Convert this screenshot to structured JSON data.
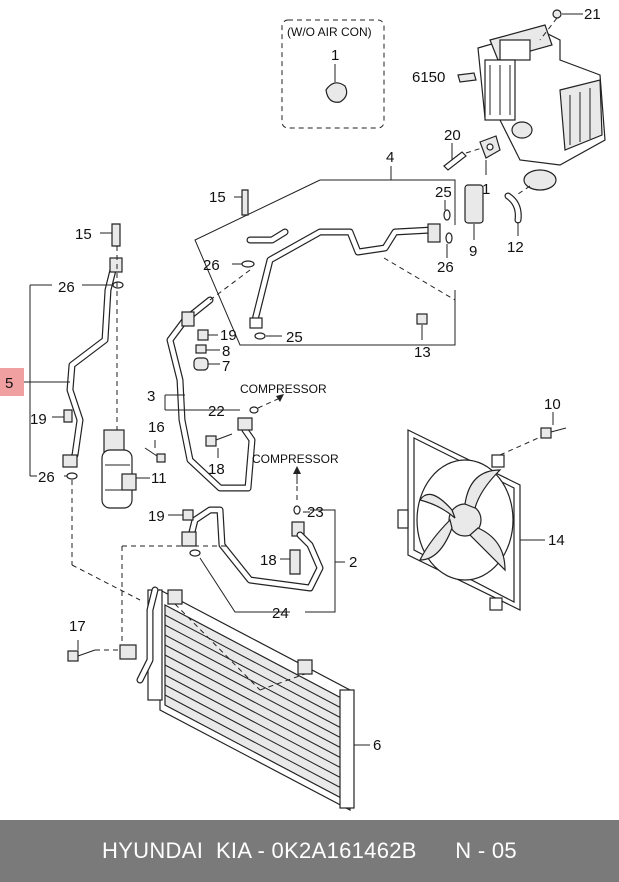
{
  "callouts": {
    "wo_air_con": "(W/O AIR CON)",
    "compressor_1": "COMPRESSOR",
    "compressor_2": "COMPRESSOR"
  },
  "labels": {
    "n21": "21",
    "n6150": "6150",
    "n20": "20",
    "n1b": "1",
    "n1a": "1",
    "n4": "4",
    "n15a": "15",
    "n25a": "25",
    "n9": "9",
    "n12": "12",
    "n15b": "15",
    "n26a": "26",
    "n26b": "26",
    "n26c": "26",
    "n26d": "26",
    "n25b": "25",
    "n13": "13",
    "n19a": "19",
    "n8": "8",
    "n7": "7",
    "n3": "3",
    "n22": "22",
    "n5": "5",
    "n19b": "19",
    "n16": "16",
    "n18a": "18",
    "n11": "11",
    "n10": "10",
    "n23": "23",
    "n2": "2",
    "n19c": "19",
    "n18b": "18",
    "n24": "24",
    "n14": "14",
    "n17": "17",
    "n6": "6"
  },
  "footer": {
    "brand": "HYUNDAI  KIA - 0K2A161462B",
    "page": "N - 05"
  }
}
